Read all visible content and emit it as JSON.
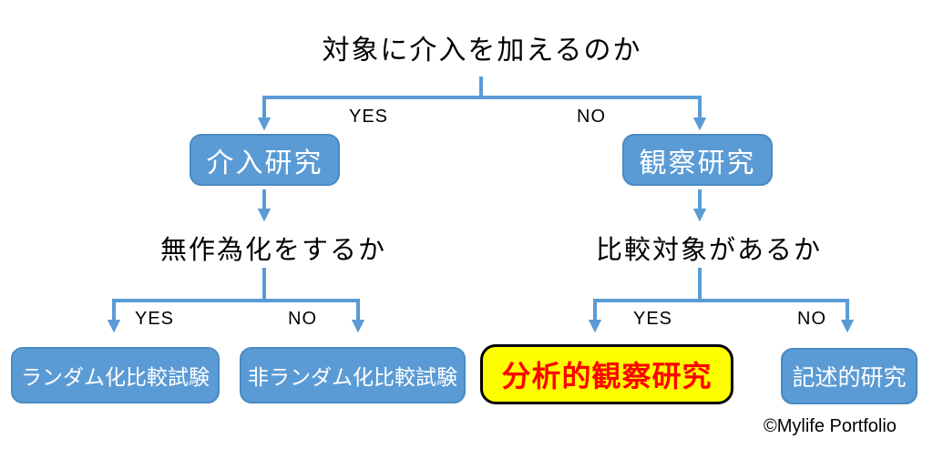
{
  "diagram": {
    "root_question": "対象に介入を加えるのか",
    "level1": {
      "yes_label": "YES",
      "no_label": "NO",
      "yes_node": "介入研究",
      "no_node": "観察研究"
    },
    "level2": {
      "left_question": "無作為化をするか",
      "right_question": "比較対象があるか"
    },
    "level3_left": {
      "yes_label": "YES",
      "no_label": "NO",
      "yes_node": "ランダム化比較試験",
      "no_node": "非ランダム化比較試験"
    },
    "level3_right": {
      "yes_label": "YES",
      "no_label": "NO",
      "yes_node": "分析的観察研究",
      "no_node": "記述的研究"
    },
    "credit": "©Mylife Portfolio"
  },
  "colors": {
    "node_fill_blue": "#5B9BD5",
    "connector_blue": "#5B9BD5",
    "highlight_fill_yellow": "#FFFF00",
    "highlight_text_red": "#FF0000",
    "highlight_border_black": "#000000",
    "node_text_white": "#FFFFFF",
    "question_text_black": "#000000"
  }
}
